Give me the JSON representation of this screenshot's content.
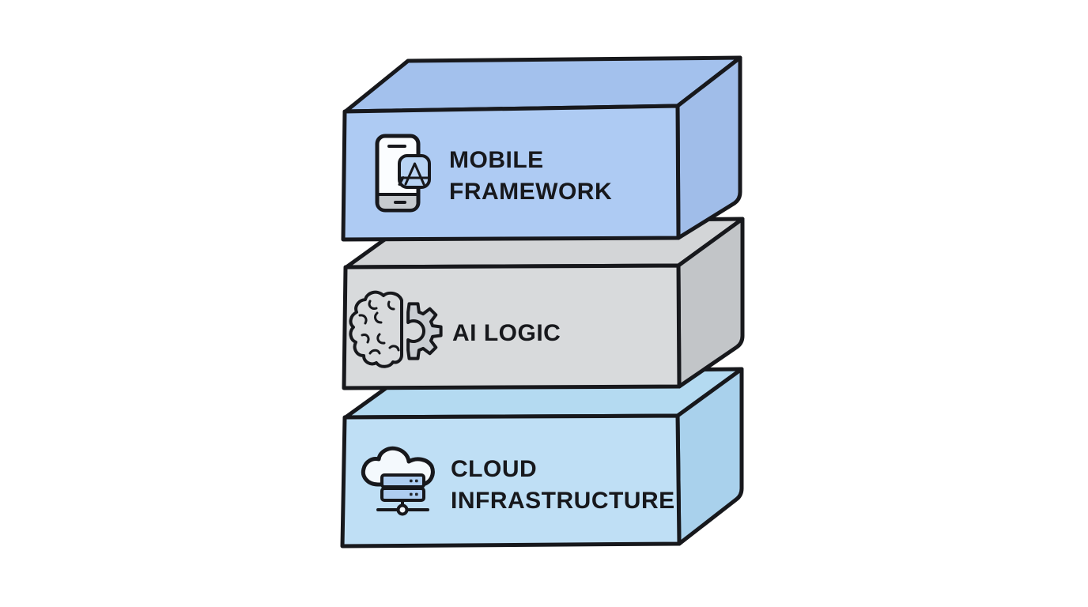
{
  "diagram": {
    "background_color": "#ffffff",
    "stroke_color": "#17181c",
    "label_color": "#17181c",
    "layers": [
      {
        "name": "mobile-framework",
        "label_lines": [
          "MOBILE",
          "FRAMEWORK"
        ],
        "icon": "smartphone-app-store-icon",
        "colors": {
          "front": "#aecbf3",
          "top": "#a3c1ed",
          "side": "#a0bde9",
          "icon_accent": "#b9d4f4",
          "phone_body": "#fbfdff",
          "phone_bar": "#c6cace"
        }
      },
      {
        "name": "ai-logic",
        "label_lines": [
          "AI LOGIC"
        ],
        "icon": "brain-gear-icon",
        "colors": {
          "front": "#d8dadc",
          "top": "#d3d5d7",
          "side": "#c2c5c8",
          "icon_accent": "#c9cdd2"
        }
      },
      {
        "name": "cloud-infrastructure",
        "label_lines": [
          "CLOUD",
          "INFRASTRUCTURE"
        ],
        "icon": "cloud-server-icon",
        "colors": {
          "front": "#bfdff5",
          "top": "#b4daf1",
          "side": "#a9d1ec",
          "icon_accent": "#aecdf0",
          "cloud_fill": "#f4f9fd"
        }
      }
    ]
  }
}
